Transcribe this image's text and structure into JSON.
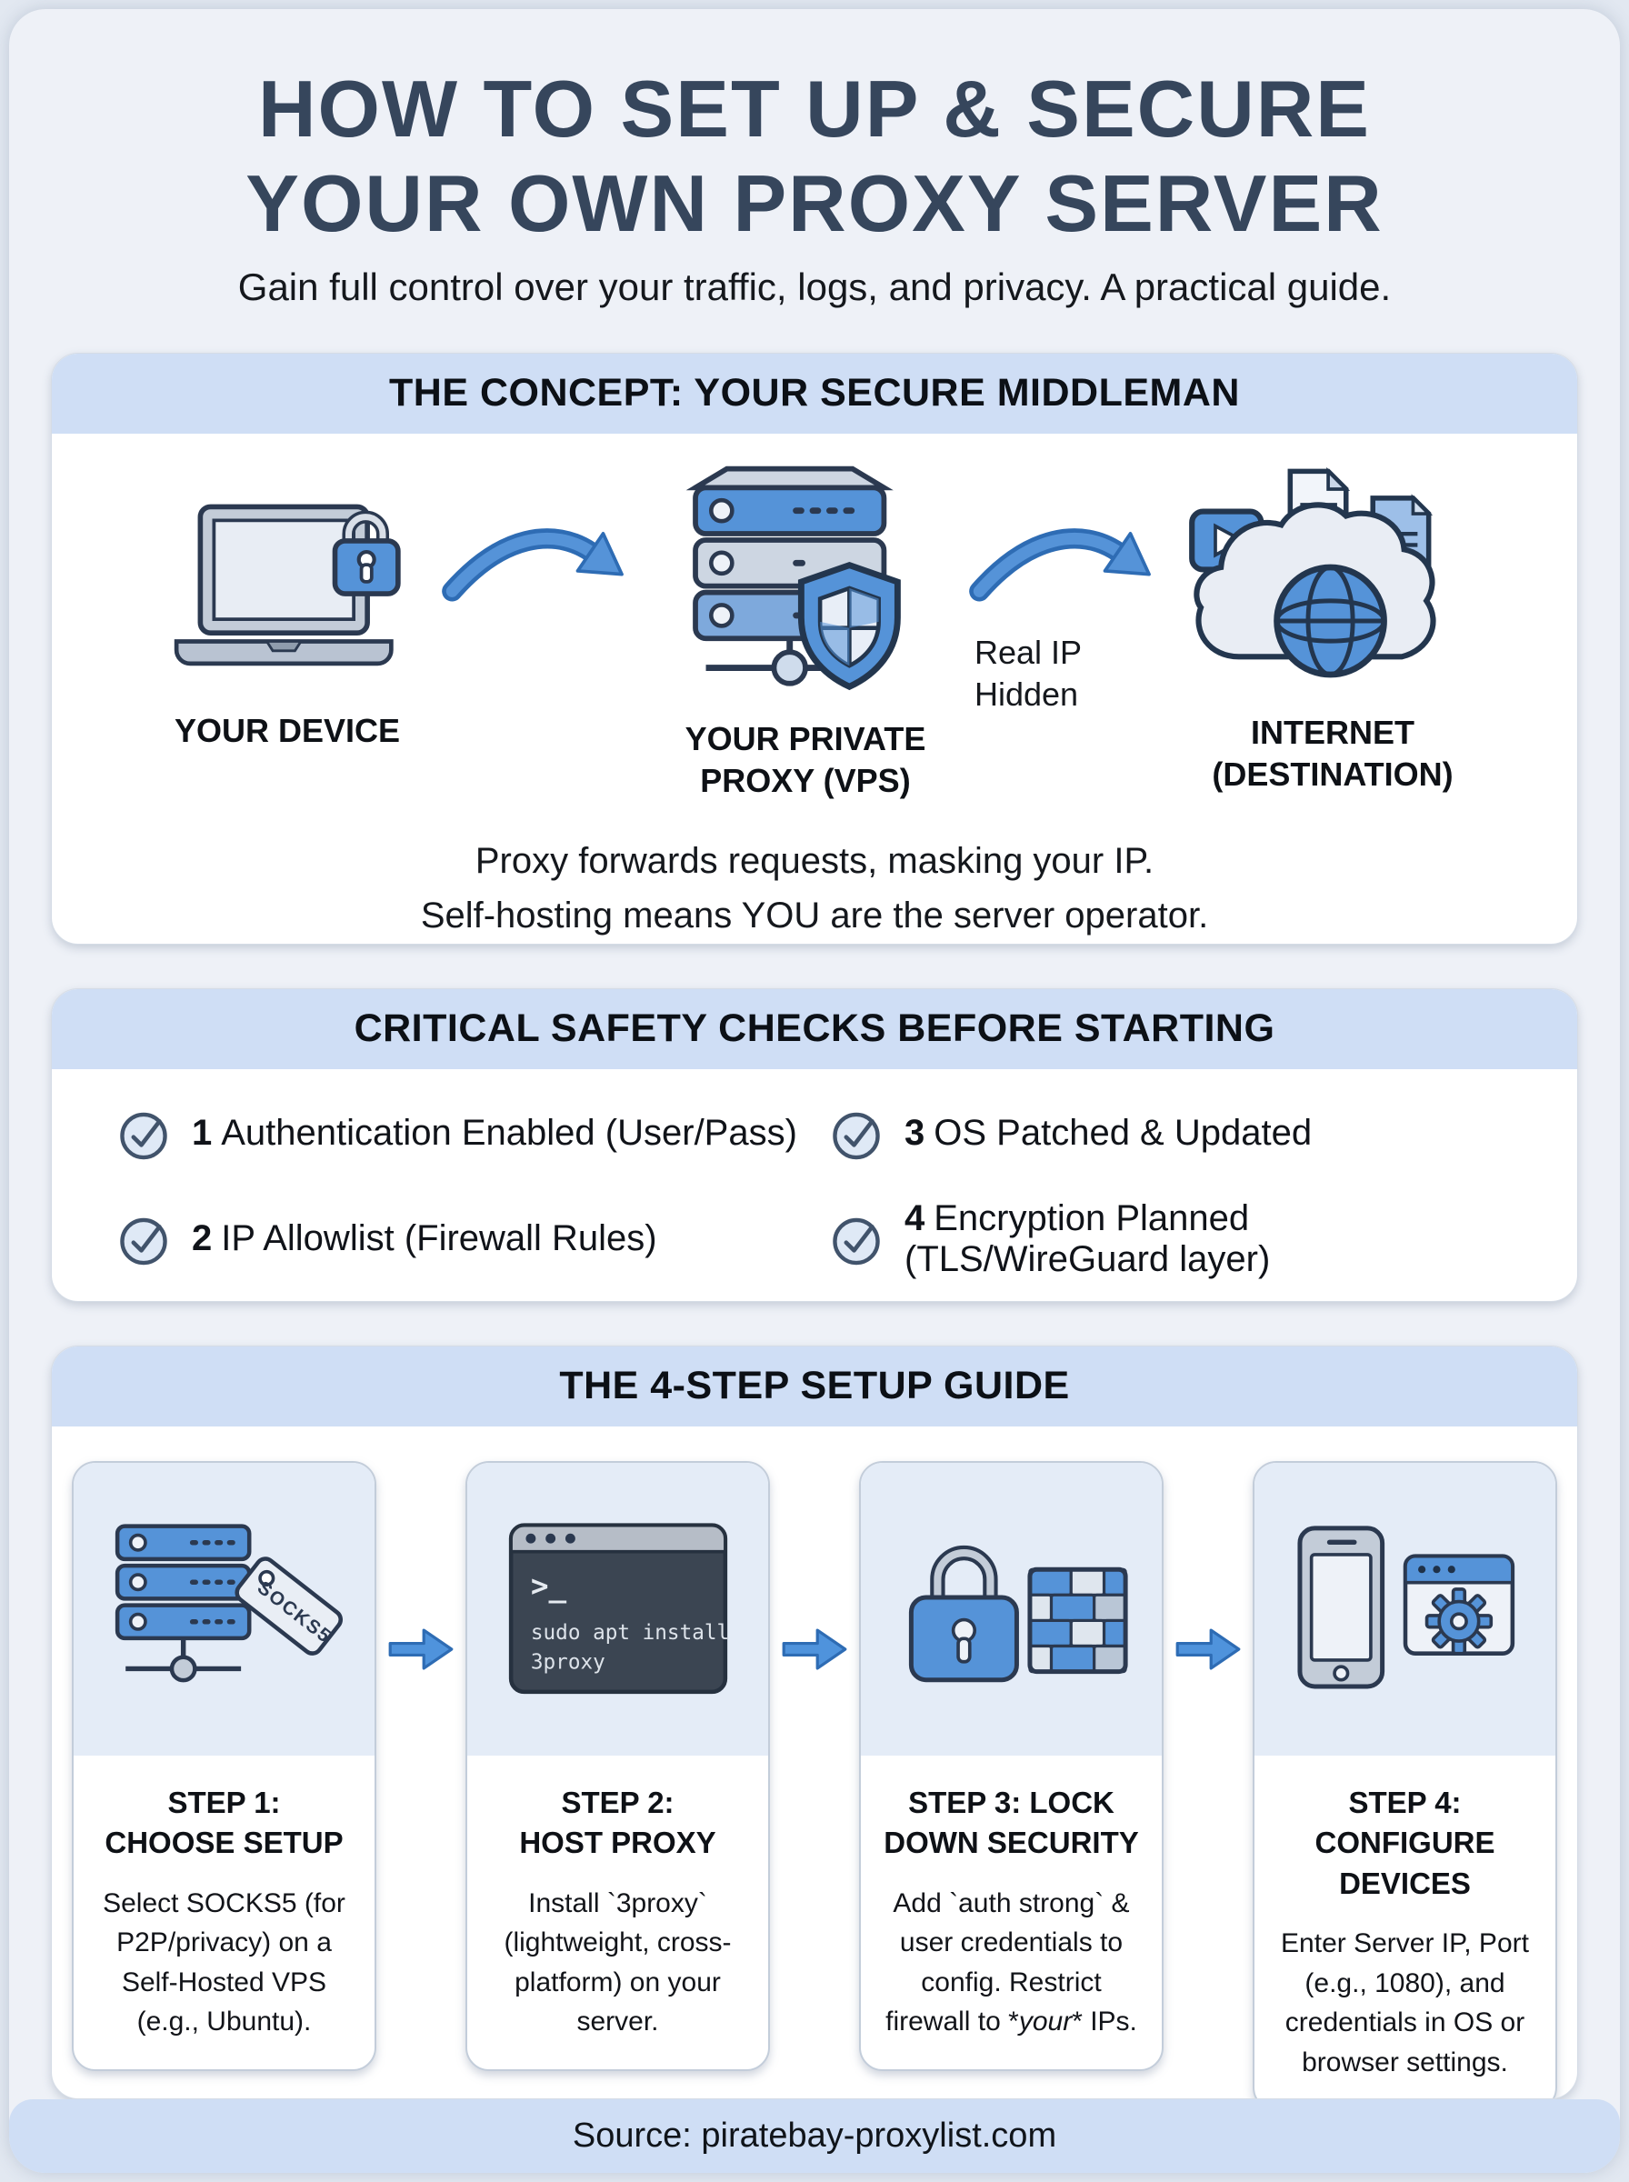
{
  "title": {
    "line1": "HOW TO SET UP & SECURE",
    "line2": "YOUR OWN PROXY SERVER",
    "subtitle": "Gain full control over your traffic, logs, and privacy. A practical guide."
  },
  "concept": {
    "header": "THE CONCEPT: YOUR SECURE MIDDLEMAN",
    "device_label": "YOUR DEVICE",
    "proxy_label_line1": "YOUR PRIVATE",
    "proxy_label_line2": "PROXY (VPS)",
    "internet_label_line1": "INTERNET",
    "internet_label_line2": "(DESTINATION)",
    "annotation_line1": "Real IP",
    "annotation_line2": "Hidden",
    "caption_line1": "Proxy forwards requests, masking your IP.",
    "caption_line2": "Self-hosting means YOU are the server operator."
  },
  "safety": {
    "header": "CRITICAL SAFETY CHECKS BEFORE STARTING",
    "items": [
      {
        "num": "1",
        "text": "Authentication Enabled (User/Pass)"
      },
      {
        "num": "2",
        "text": "IP Allowlist (Firewall Rules)"
      },
      {
        "num": "3",
        "text": "OS Patched & Updated"
      },
      {
        "num": "4",
        "text": "Encryption Planned (TLS/WireGuard layer)"
      }
    ]
  },
  "guide": {
    "header": "THE 4-STEP SETUP GUIDE",
    "socks_tag": "SOCKS5",
    "terminal": {
      "prompt": ">_",
      "line1": "sudo apt install",
      "line2": "3proxy"
    },
    "steps": [
      {
        "title_line1": "STEP 1:",
        "title_line2": "CHOOSE SETUP",
        "desc_pre": "Select SOCKS5 (for P2P/privacy) on a Self-Hosted VPS (e.g., Ubuntu).",
        "desc_em": "",
        "desc_post": ""
      },
      {
        "title_line1": "STEP 2:",
        "title_line2": "HOST PROXY",
        "desc_pre": "Install `3proxy` (lightweight, cross-platform) on your server.",
        "desc_em": "",
        "desc_post": ""
      },
      {
        "title_line1": "STEP 3: LOCK",
        "title_line2": "DOWN SECURITY",
        "desc_pre": "Add `auth strong` & user credentials to config. Restrict firewall to *",
        "desc_em": "your",
        "desc_post": "* IPs."
      },
      {
        "title_line1": "STEP 4: CONFIGURE",
        "title_line2": "DEVICES",
        "desc_pre": "Enter Server IP, Port (e.g., 1080), and credentials in OS or browser settings.",
        "desc_em": "",
        "desc_post": ""
      }
    ]
  },
  "footer": {
    "text": "Source: piratebay-proxylist.com"
  },
  "colors": {
    "accent_blue": "#5593d8",
    "outline_navy": "#2b3950",
    "header_bar": "#cfdef5",
    "page_bg": "#eef1f7",
    "title_text": "#36465c",
    "terminal_bg": "#3b4552"
  }
}
